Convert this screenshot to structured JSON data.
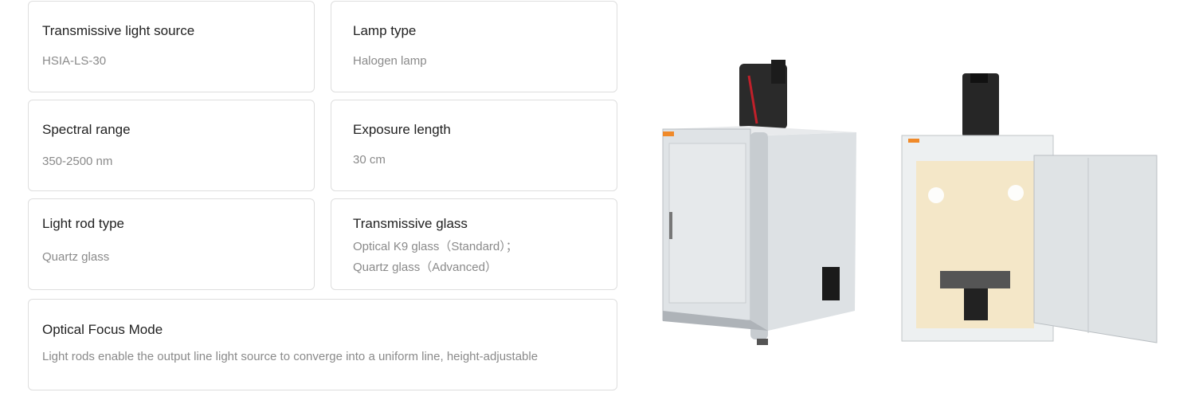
{
  "specs": [
    {
      "title": "Transmissive light source",
      "value": "HSIA-LS-30"
    },
    {
      "title": "Lamp type",
      "value": "Halogen lamp"
    },
    {
      "title": "Spectral range",
      "value": "350-2500 nm"
    },
    {
      "title": "Exposure length",
      "value": "30 cm"
    },
    {
      "title": "Light rod type",
      "value": "Quartz glass"
    },
    {
      "title": "Transmissive glass",
      "value_lines": [
        "Optical K9 glass（Standard）；",
        "Quartz glass（Advanced）"
      ]
    },
    {
      "title": "Optical Focus Mode",
      "value": "Light rods enable the output line light source to converge into a uniform line, height-adjustable"
    }
  ]
}
